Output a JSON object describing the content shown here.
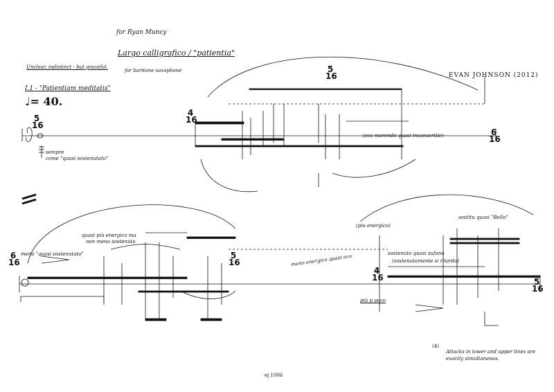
{
  "header": {
    "dedication": "for Ryan Muncy",
    "title": "Largo calligrafico / \"patientia\"",
    "subtitle": "for baritone saxophone",
    "composer": "EVAN JOHNSON (2012)"
  },
  "tempo": {
    "character": "Unclear, indistinct - but graceful.",
    "section": "I.1 - \"Patientiam meditatis\"",
    "metronome": "♩= 40."
  },
  "system1": {
    "time_sig_start": {
      "top": "5",
      "bottom": "16"
    },
    "time_sig_mid": {
      "top": "4",
      "bottom": "16"
    },
    "time_sig_upper": {
      "top": "5",
      "bottom": "16"
    },
    "time_sig_end": {
      "top": "6",
      "bottom": "16"
    },
    "legend_line1": "sempre",
    "legend_line2": "come \"quasi sostenutato\"",
    "annotation_right": "(ecc morendo quasi inconsertile)"
  },
  "system2": {
    "time_sig_start": {
      "top": "6",
      "bottom": "16"
    },
    "time_sig_mid": {
      "top": "5",
      "bottom": "16"
    },
    "time_sig_mid2": {
      "top": "4",
      "bottom": "16"
    },
    "time_sig_end": {
      "top": "5",
      "bottom": "16"
    },
    "text_quasi": "quasi più energico ma",
    "text_non": "non meno sostenuto",
    "text_meno": "meno \"quasi sostenutato\"",
    "text_energico": "meno energico quasi eco",
    "text_sostenuto": "sostenuto quasi sufono",
    "text_tact": "(sostenutamente si ritardo)",
    "text_subito": "sostitu quasi \"Bello\"",
    "text_piu_energico": "(piu energico)",
    "text_poco": "più p poco",
    "footnote_marker": "(4)",
    "footnote_line1": "Attacks in lower and upper lines are",
    "footnote_line2": "exactly simultaneous."
  },
  "footer": {
    "page_id": "ej 1006"
  }
}
